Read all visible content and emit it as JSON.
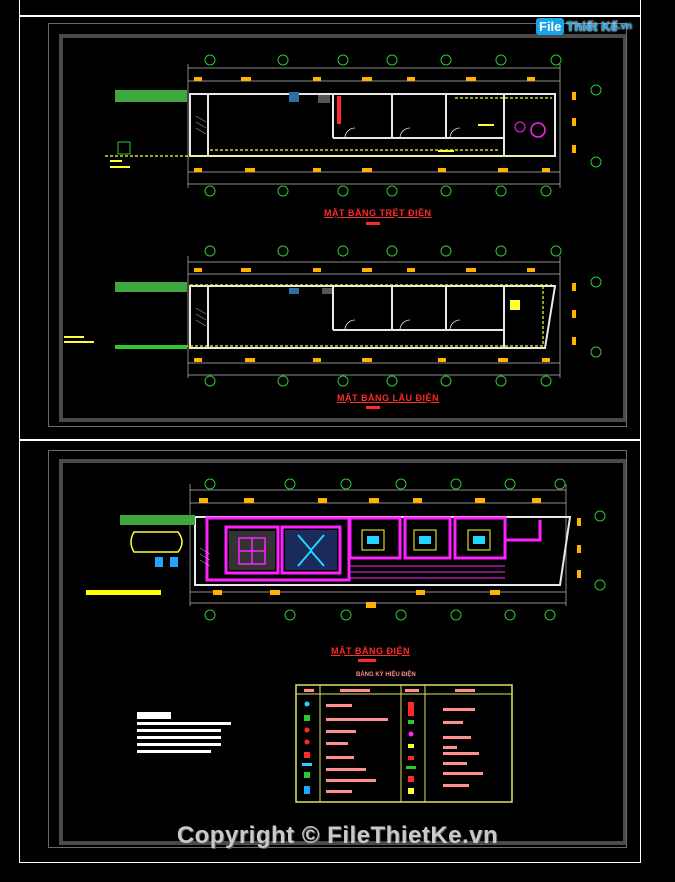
{
  "logo": {
    "box": "File",
    "text": "Thiết Kế",
    "suffix": ".vn"
  },
  "plans": {
    "first": {
      "title": "MẶT BẰNG TRỆT ĐIỆN"
    },
    "second": {
      "title": "MẶT BẰNG LẦU ĐIỆN"
    },
    "third": {
      "title": "MẶT BẰNG ĐIỆN"
    }
  },
  "legend": {
    "title": "BẢNG KÝ HIỆU ĐIỆN"
  },
  "watermark": "Copyright © FileThietKe.vn",
  "colors": {
    "background": "#000000",
    "wall": "#e8e8e8",
    "grid": "#2ec82e",
    "dimension": "#ffb000",
    "wiring": "#ffff33",
    "magenta": "#ff22ff",
    "title": "#ff2a2a",
    "legend_border": "#e0e060"
  }
}
